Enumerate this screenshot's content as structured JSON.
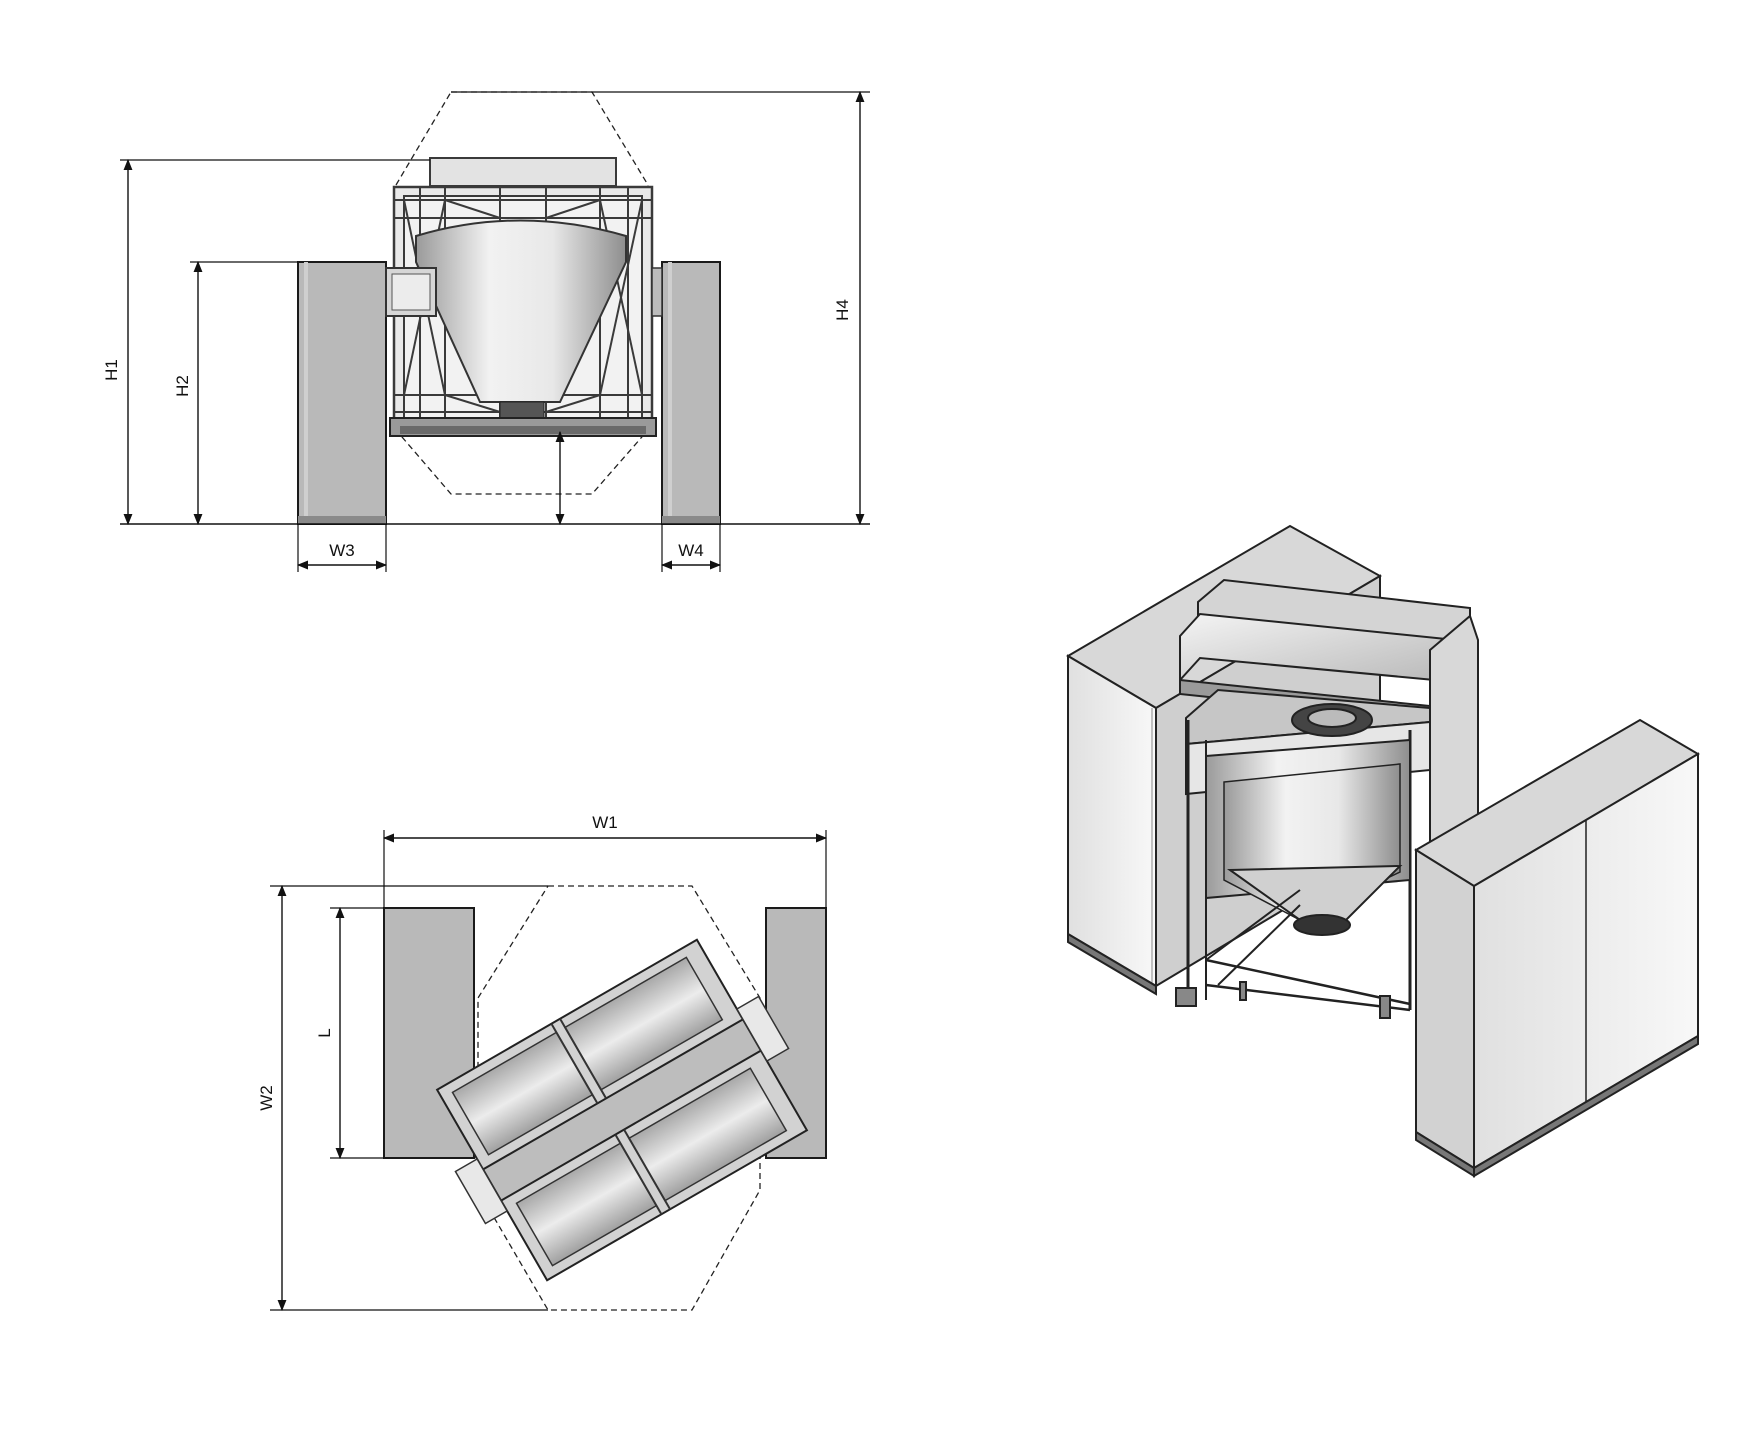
{
  "labels": {
    "h1": "H1",
    "h2": "H2",
    "h4": "H4",
    "w3": "W3",
    "w4": "W4",
    "w1": "W1",
    "w2": "W2",
    "l": "L"
  },
  "colors": {
    "cabinet": "#b9b9b9",
    "cabinet_light": "#d8d8d8",
    "line": "#1a1a1a",
    "frame": "#6f6f6f",
    "drum": "#cfcfcf",
    "background": "#ffffff"
  },
  "views": [
    "front-elevation",
    "top-plan",
    "isometric"
  ],
  "icons": [
    "cabinet-icon",
    "container-icon",
    "frame-icon"
  ]
}
